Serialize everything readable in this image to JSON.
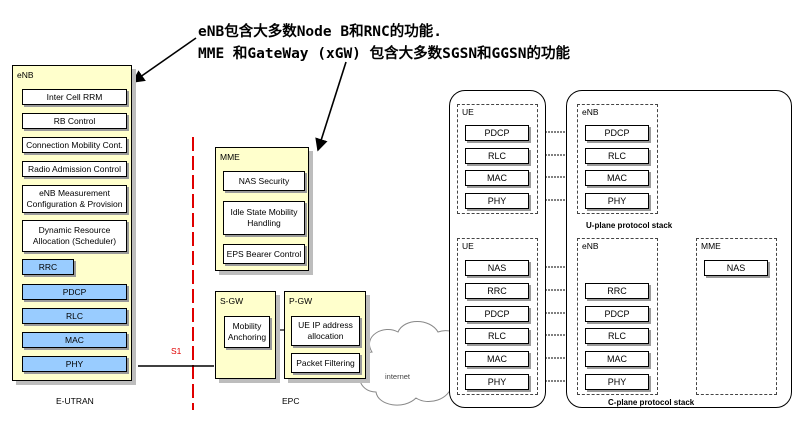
{
  "annotations": {
    "line1": "eNB包含大多数Node B和RNC的功能.",
    "line2": "MME 和GateWay (xGW) 包含大多数SGSN和GGSN的功能"
  },
  "enb": {
    "title": "eNB",
    "functions": [
      "Inter Cell RRM",
      "RB Control",
      "Connection Mobility Cont.",
      "Radio Admission Control",
      "eNB Measurement Configuration & Provision",
      "Dynamic Resource Allocation (Scheduler)"
    ],
    "layers": [
      "RRC",
      "PDCP",
      "RLC",
      "MAC",
      "PHY"
    ],
    "caption": "E-UTRAN"
  },
  "s1_label": "S1",
  "epc": {
    "caption": "EPC",
    "mme": {
      "title": "MME",
      "functions": [
        "NAS Security",
        "Idle State Mobility Handling",
        "EPS Bearer Control"
      ]
    },
    "sgw": {
      "title": "S-GW",
      "functions": [
        "Mobility Anchoring"
      ]
    },
    "pgw": {
      "title": "P-GW",
      "functions": [
        "UE IP address allocation",
        "Packet Filtering"
      ]
    },
    "internet": "internet"
  },
  "uplane": {
    "ue_title": "UE",
    "enb_title": "eNB",
    "ue_layers": [
      "PDCP",
      "RLC",
      "MAC",
      "PHY"
    ],
    "enb_layers": [
      "PDCP",
      "RLC",
      "MAC",
      "PHY"
    ],
    "caption": "U-plane protocol stack"
  },
  "cplane": {
    "ue_title": "UE",
    "enb_title": "eNB",
    "mme_title": "MME",
    "ue_layers": [
      "NAS",
      "RRC",
      "PDCP",
      "RLC",
      "MAC",
      "PHY"
    ],
    "enb_layers": [
      "RRC",
      "PDCP",
      "RLC",
      "MAC",
      "PHY"
    ],
    "mme_layers": [
      "NAS"
    ],
    "caption": "C-plane protocol stack"
  },
  "colors": {
    "panel": "#ffffcc",
    "layer_blue": "#99ccff",
    "s1_line": "#e00000"
  }
}
